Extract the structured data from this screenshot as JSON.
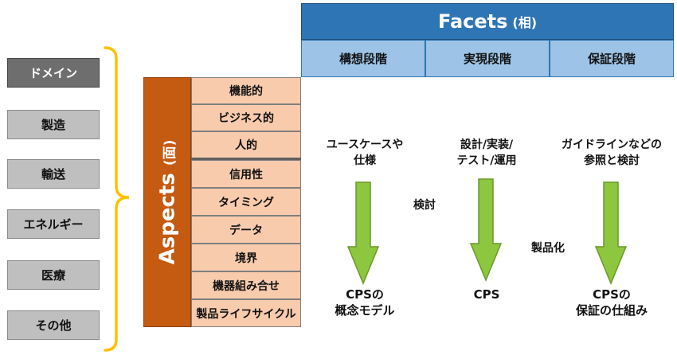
{
  "domains": {
    "header": "ドメイン",
    "items": [
      "製造",
      "輸送",
      "エネルギー",
      "医療",
      "その他"
    ]
  },
  "aspects": {
    "title": "Aspects",
    "title_paren": "(面)",
    "items": [
      "機能的",
      "ビジネス的",
      "人的",
      "信用性",
      "タイミング",
      "データ",
      "境界",
      "機器組み合せ",
      "製品ライフサイクル"
    ]
  },
  "facets": {
    "title": "Facets",
    "title_paren": "(相)",
    "columns": [
      "構想段階",
      "実現段階",
      "保証段階"
    ]
  },
  "flows": [
    {
      "top": "ユースケースや",
      "bottom": "仕様",
      "result_top": "CPSの",
      "result_bottom": "概念モデル"
    },
    {
      "top": "設計/実装/",
      "bottom": "テスト/運用",
      "result_top": "CPS",
      "result_bottom": ""
    },
    {
      "top": "ガイドラインなどの",
      "bottom": "参照と検討",
      "result_top": "CPSの",
      "result_bottom": "保証の仕組み"
    }
  ],
  "transitions": [
    "検討",
    "製品化"
  ],
  "colors": {
    "domain_header": "#6e6e6e",
    "domain_item": "#bfbfbf",
    "aspects_bar": "#c55a11",
    "aspect_item": "#f8cbad",
    "facets_header": "#2e75b6",
    "facet_column": "#9dc3e6",
    "arrow": "#8dc63f",
    "brace": "#ffc000"
  }
}
